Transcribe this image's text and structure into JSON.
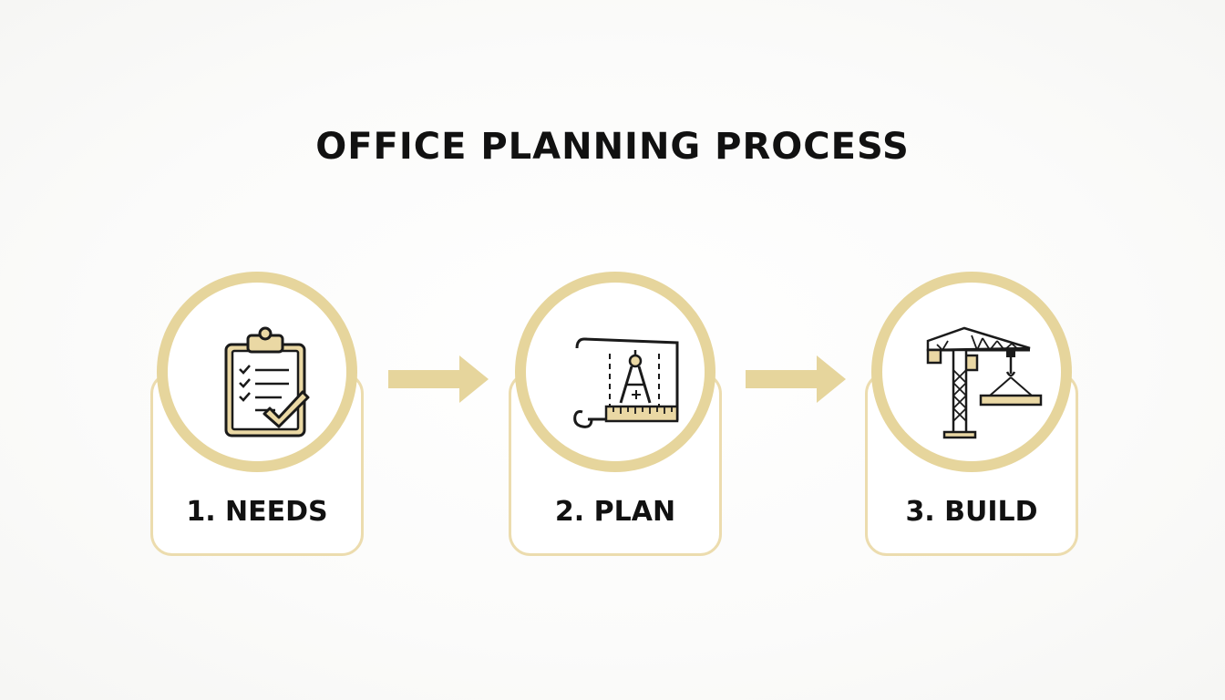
{
  "title": "OFFICE PLANNING PROCESS",
  "colors": {
    "accent": "#e6d59c",
    "accent_fill": "#ead8a4",
    "card_border": "#ecdcae",
    "text": "#111111",
    "icon_stroke": "#1a1a1a"
  },
  "steps": [
    {
      "label": "1. NEEDS",
      "icon": "clipboard-checklist-icon"
    },
    {
      "label": "2. PLAN",
      "icon": "blueprint-compass-icon"
    },
    {
      "label": "3. BUILD",
      "icon": "tower-crane-icon"
    }
  ],
  "connectors": [
    "arrow-right-icon",
    "arrow-right-icon"
  ]
}
